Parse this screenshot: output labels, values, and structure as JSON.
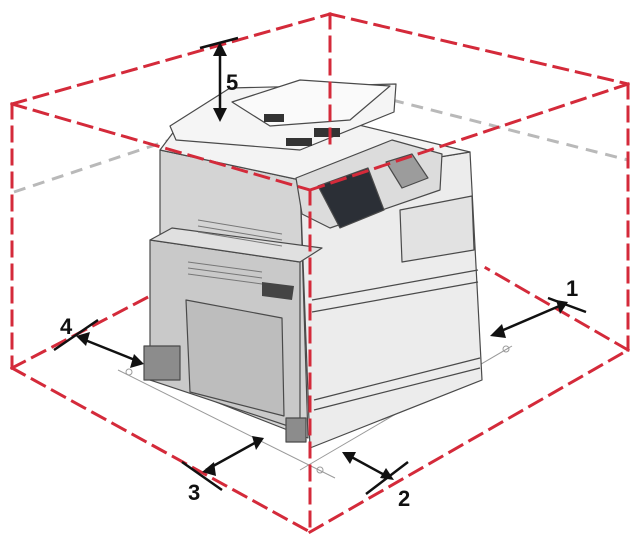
{
  "diagram": {
    "colors": {
      "boundary": "#d42a3a",
      "hidden_edge": "#b9b9b9",
      "marker": "#111111",
      "printer_body": "#ececec",
      "printer_shadow": "#c9c9c9",
      "printer_outline": "#4a4a4a",
      "screen": "#2b2f36"
    },
    "callouts": [
      {
        "id": "1",
        "label": "1"
      },
      {
        "id": "2",
        "label": "2"
      },
      {
        "id": "3",
        "label": "3"
      },
      {
        "id": "4",
        "label": "4"
      },
      {
        "id": "5",
        "label": "5"
      }
    ],
    "icons": [
      "printer-illustration",
      "clearance-box",
      "dimension-arrow"
    ]
  }
}
